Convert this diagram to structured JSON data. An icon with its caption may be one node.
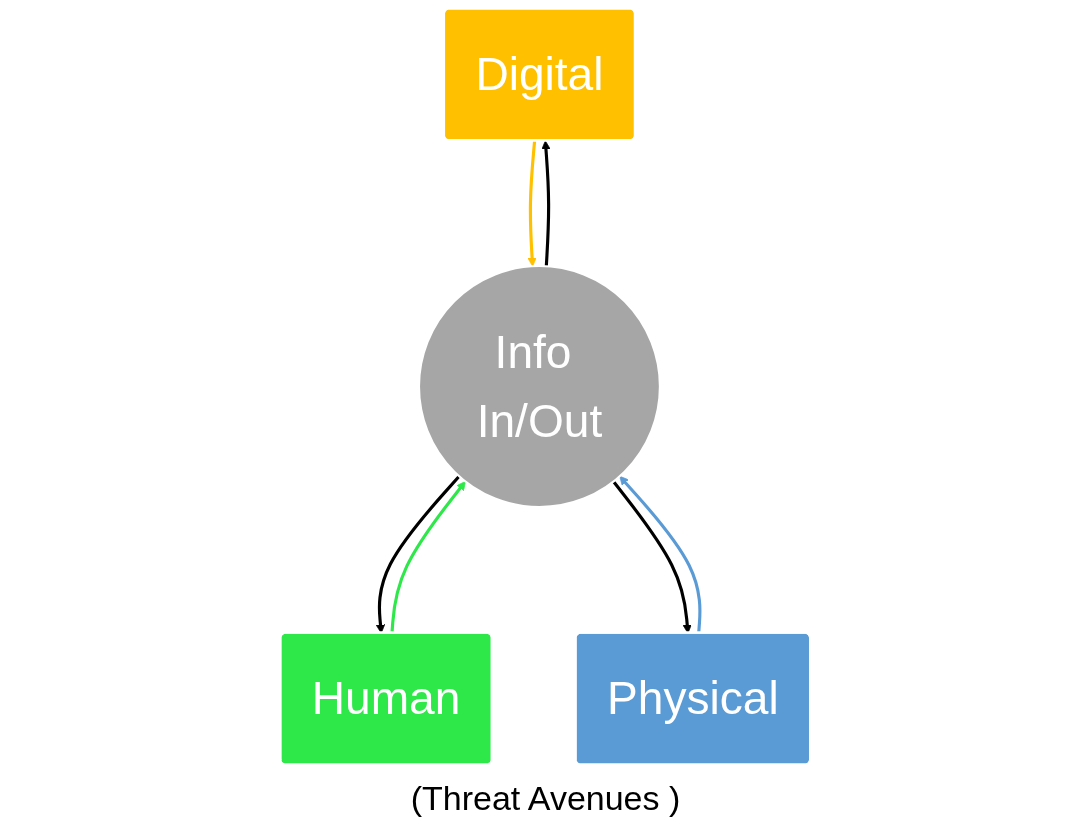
{
  "diagram": {
    "caption": "(Threat Avenues )",
    "nodes": [
      {
        "text": [
          "Digital"
        ]
      },
      {
        "text": [
          "Human"
        ]
      },
      {
        "text": [
          "Physical"
        ]
      },
      {
        "text": [
          "Info In/Out"
        ]
      }
    ],
    "edges": [
      {
        "from": 0,
        "to": 3,
        "arrow": "to",
        "color": "#ffc000"
      },
      {
        "from": 1,
        "to": 3,
        "arrow": "to",
        "color": "#2ee84a"
      },
      {
        "from": 2,
        "to": 3,
        "arrow": "to",
        "color": "#5b9bd5"
      },
      {
        "from": 3,
        "to": 0,
        "arrow": "to",
        "color": "#000000"
      },
      {
        "from": 3,
        "to": 1,
        "arrow": "to",
        "color": "#000000"
      },
      {
        "from": 3,
        "to": 2,
        "arrow": "to",
        "color": "#000000"
      }
    ]
  }
}
